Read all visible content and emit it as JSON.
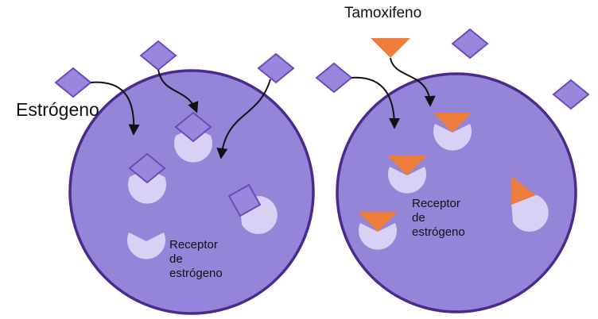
{
  "labels": {
    "estrogen": "Estrógeno",
    "tamoxifen": "Tamoxifeno",
    "receptor_left": "Receptor\nde\nestrógeno",
    "receptor_right": "Receptor\nde\nestrógeno"
  },
  "colors": {
    "cell_fill": "#9585d8",
    "cell_stroke": "#4a2b8c",
    "receptor_fill": "#d9d0f5",
    "estrogen_fill": "#9a86dc",
    "estrogen_stroke": "#6a4bb8",
    "tamoxifen_fill": "#ee7d3b",
    "arrow": "#111111"
  },
  "icons": {
    "estrogen": "diamond-molecule-icon",
    "tamoxifen": "triangle-molecule-icon",
    "receptor": "pacman-receptor-icon"
  }
}
